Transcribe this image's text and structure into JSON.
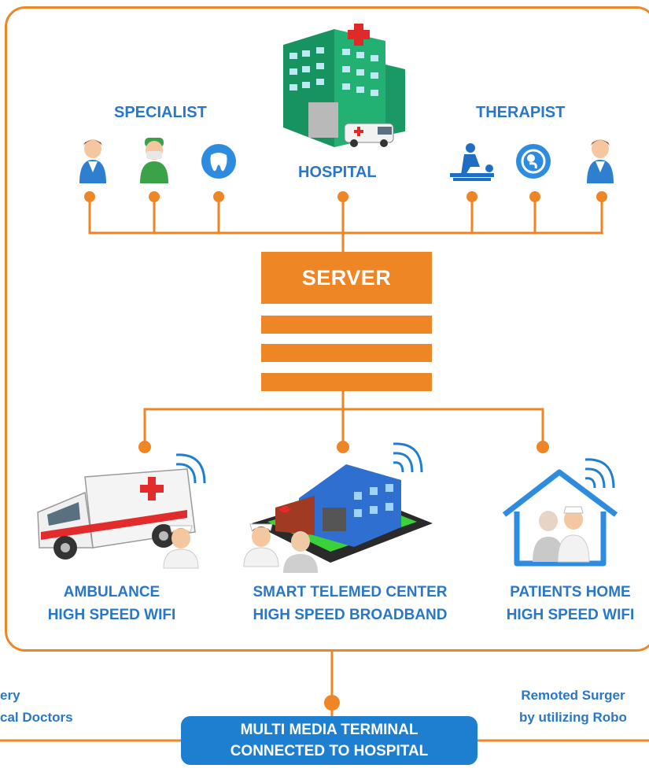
{
  "labels": {
    "specialist": "SPECIALIST",
    "therapist": "THERAPIST",
    "hospital": "HOSPITAL",
    "server": "SERVER"
  },
  "nodes": {
    "ambulance": {
      "line1": "AMBULANCE",
      "line2": "HIGH SPEED WIFI"
    },
    "telemed": {
      "line1": "SMART TELEMED CENTER",
      "line2": "HIGH SPEED BROADBAND"
    },
    "home": {
      "line1": "PATIENTS HOME",
      "line2": "HIGH SPEED WIFI"
    }
  },
  "terminal": {
    "line1": "MULTI MEDIA TERMINAL",
    "line2": "CONNECTED TO HOSPITAL"
  },
  "left_note": {
    "line1": "ery",
    "line2": "cal Doctors"
  },
  "right_note": {
    "line1": "Remoted Surger",
    "line2": "by utilizing Robo"
  },
  "icons": [
    "doctor-icon",
    "surgeon-icon",
    "tooth-icon",
    "hospital-icon",
    "massage-therapy-icon",
    "fetus-icon",
    "doctor-icon",
    "ambulance-icon",
    "wifi-icon",
    "telemed-center-icon",
    "house-icon",
    "nurse-icon"
  ],
  "colors": {
    "orange": "#ef8626",
    "blue": "#2877c9",
    "terminal_blue": "#1e7fd1",
    "green": "#1f9e6e"
  }
}
